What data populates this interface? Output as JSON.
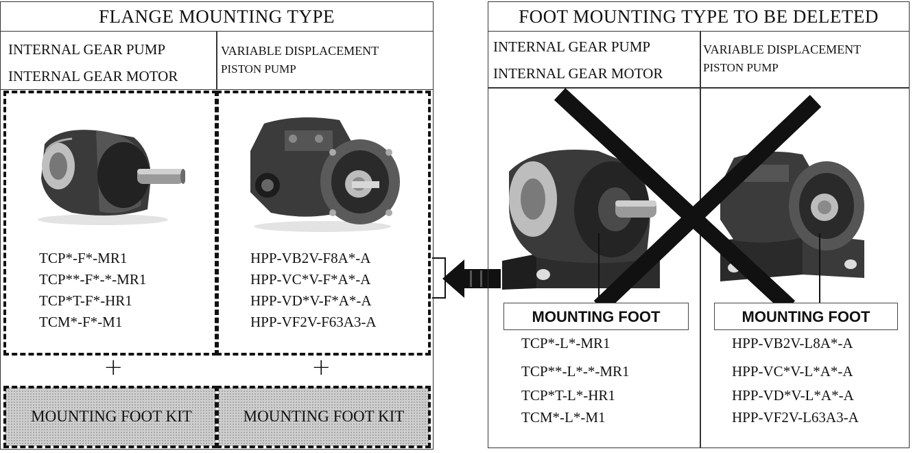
{
  "flange": {
    "title": "FLANGE MOUNTING TYPE",
    "col_left_header": [
      "INTERNAL GEAR PUMP",
      "INTERNAL GEAR MOTOR"
    ],
    "col_right_header": [
      "VARIABLE DISPLACEMENT",
      "PISTON PUMP"
    ],
    "left_models": [
      "TCP*-F*-MR1",
      "TCP**-F*-*-MR1",
      "TCP*T-F*-HR1",
      "TCM*-F*-M1"
    ],
    "right_models": [
      "HPP-VB2V-F8A*-A",
      "HPP-VC*V-F*A*-A",
      "HPP-VD*V-F*A*-A",
      "HPP-VF2V-F63A3-A"
    ],
    "plus": "+",
    "kit_label": "MOUNTING FOOT KIT"
  },
  "foot": {
    "title": "FOOT MOUNTING TYPE TO BE DELETED",
    "col_left_header": [
      "INTERNAL GEAR PUMP",
      "INTERNAL GEAR MOTOR"
    ],
    "col_right_header": [
      "VARIABLE DISPLACEMENT",
      "PISTON PUMP"
    ],
    "mounting_foot_label": "MOUNTING FOOT",
    "left_models": [
      "TCP*-L*-MR1",
      "TCP**-L*-*-MR1",
      "TCP*T-L*-HR1",
      "TCM*-L*-M1"
    ],
    "right_models": [
      "HPP-VB2V-L8A*-A",
      "HPP-VC*V-L*A*-A",
      "HPP-VD*V-L*A*-A",
      "HPP-VF2V-L63A3-A"
    ]
  },
  "icons": {
    "arrow": "left-arrow-icon",
    "cross": "cross-out-icon"
  }
}
